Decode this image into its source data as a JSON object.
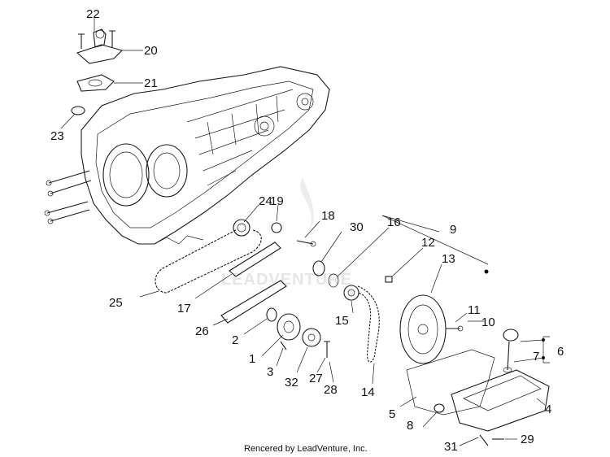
{
  "diagram": {
    "credit": "Rencered by LeadVenture, Inc.",
    "watermark": "LEADVENTURE",
    "labels": {
      "1": "1",
      "2": "2",
      "3": "3",
      "4": "4",
      "5": "5",
      "6": "6",
      "7": "7",
      "8": "8",
      "9": "9",
      "10": "10",
      "11": "11",
      "12": "12",
      "13": "13",
      "14": "14",
      "15": "15",
      "16": "16",
      "17": "17",
      "18": "18",
      "19": "19",
      "20": "20",
      "21": "21",
      "22": "22",
      "23": "23",
      "24": "24",
      "25": "25",
      "26": "26",
      "27": "27",
      "28": "28",
      "29": "29",
      "30": "30",
      "31": "31",
      "32": "32"
    }
  }
}
